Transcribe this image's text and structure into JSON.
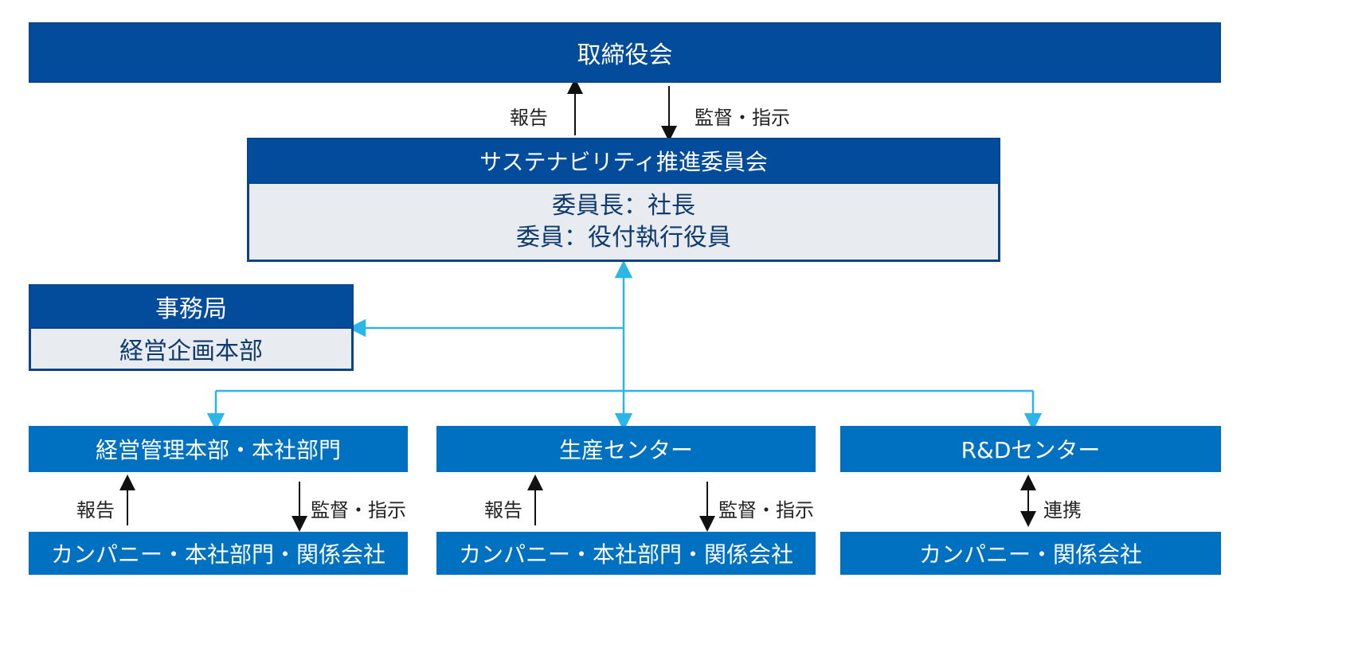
{
  "board": {
    "title": "取締役会"
  },
  "top_links": {
    "report": "報告",
    "supervise": "監督・指示"
  },
  "committee": {
    "title": "サステナビリティ推進委員会",
    "chair": "委員長：社長",
    "members": "委員：役付執行役員"
  },
  "secretariat": {
    "title": "事務局",
    "dept": "経営企画本部"
  },
  "branches": [
    {
      "title": "経営管理本部・本社部門",
      "up_label": "報告",
      "down_label": "監督・指示",
      "bottom": "カンパニー・本社部門・関係会社"
    },
    {
      "title": "生産センター",
      "up_label": "報告",
      "down_label": "監督・指示",
      "bottom": "カンパニー・本社部門・関係会社"
    },
    {
      "title": "R&Dセンター",
      "link_label": "連携",
      "bottom": "カンパニー・関係会社"
    }
  ],
  "colors": {
    "dark_blue": "#024c9b",
    "mid_blue": "#0070c0",
    "light_gray": "#e8ebef",
    "connector": "#2cb5e8"
  }
}
